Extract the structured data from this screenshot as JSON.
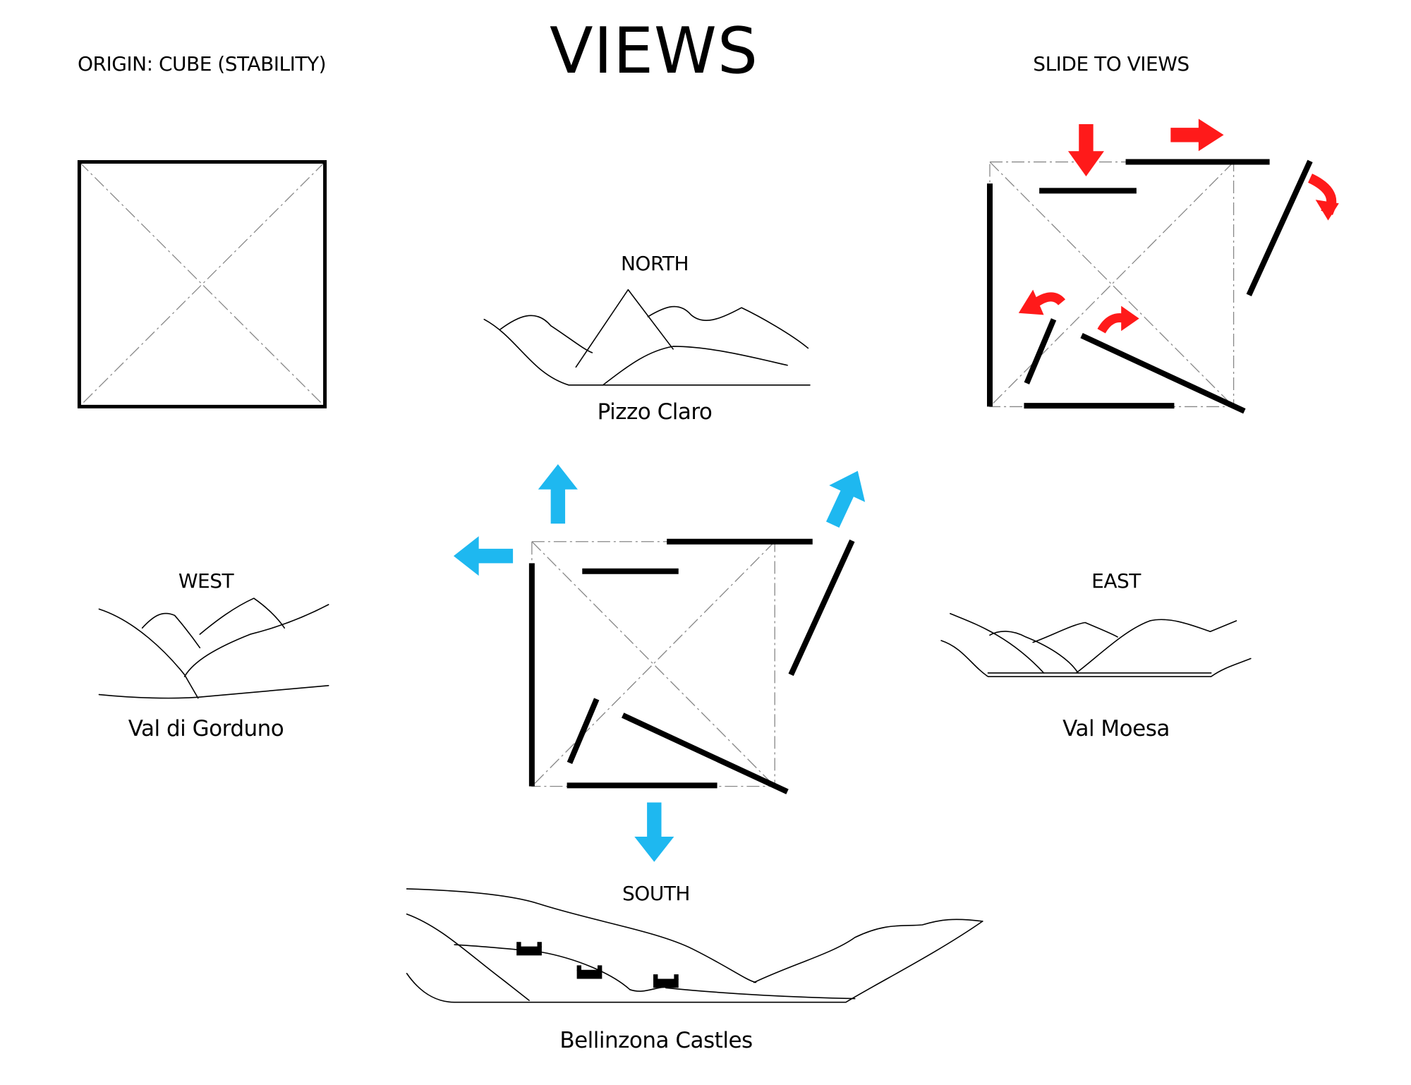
{
  "title": "VIEWS",
  "origin_label": "ORIGIN: CUBE (STABILITY)",
  "slide_label": "SLIDE TO VIEWS",
  "views": {
    "north": {
      "direction": "NORTH",
      "place": "Pizzo Claro"
    },
    "west": {
      "direction": "WEST",
      "place": "Val di Gorduno"
    },
    "east": {
      "direction": "EAST",
      "place": "Val Moesa"
    },
    "south": {
      "direction": "SOUTH",
      "place": "Bellinzona Castles"
    }
  },
  "colors": {
    "slide_arrow": "#ff1a1a",
    "view_arrow": "#1eb8f0",
    "wall": "#000000",
    "construction_line": "#888888"
  },
  "icons": {
    "slide_arrows": "red-arrow-icon",
    "view_arrows": "blue-arrow-icon",
    "castles": "castle-icon"
  }
}
